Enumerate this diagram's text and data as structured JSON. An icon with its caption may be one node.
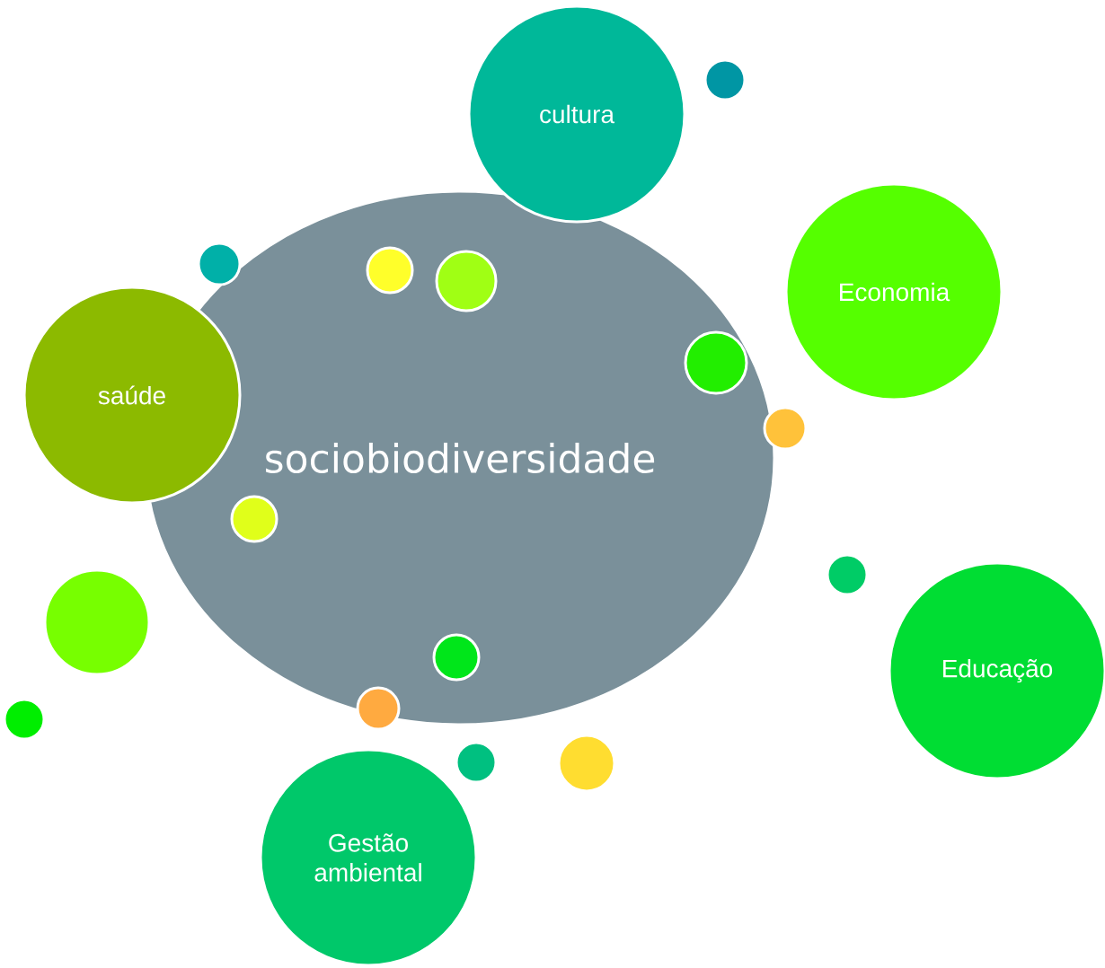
{
  "diagram": {
    "nodes": [
      {
        "text": [
          "sociobiodiversidade"
        ]
      },
      {
        "text": [
          "cultura"
        ]
      },
      {
        "text": [
          "Economia"
        ]
      },
      {
        "text": [
          "saúde"
        ]
      },
      {
        "text": [
          "Educação"
        ]
      },
      {
        "text": [
          "Gestão ambiental"
        ]
      },
      {
        "text": [],
        "shape": "circle"
      },
      {
        "text": [],
        "shape": "circle"
      },
      {
        "text": [],
        "shape": "circle",
        "in": 0
      },
      {
        "text": [],
        "shape": "circle",
        "in": 0
      },
      {
        "text": [],
        "shape": "circle",
        "in": 0
      },
      {
        "text": [],
        "shape": "circle"
      },
      {
        "text": [],
        "shape": "circle",
        "in": 0
      },
      {
        "text": [],
        "shape": "circle"
      },
      {
        "text": [],
        "shape": "circle"
      },
      {
        "text": [],
        "shape": "circle",
        "in": 0
      },
      {
        "text": [],
        "shape": "circle"
      },
      {
        "text": [],
        "shape": "circle"
      },
      {
        "text": [],
        "shape": "circle"
      },
      {
        "text": [],
        "shape": "circle"
      }
    ]
  }
}
